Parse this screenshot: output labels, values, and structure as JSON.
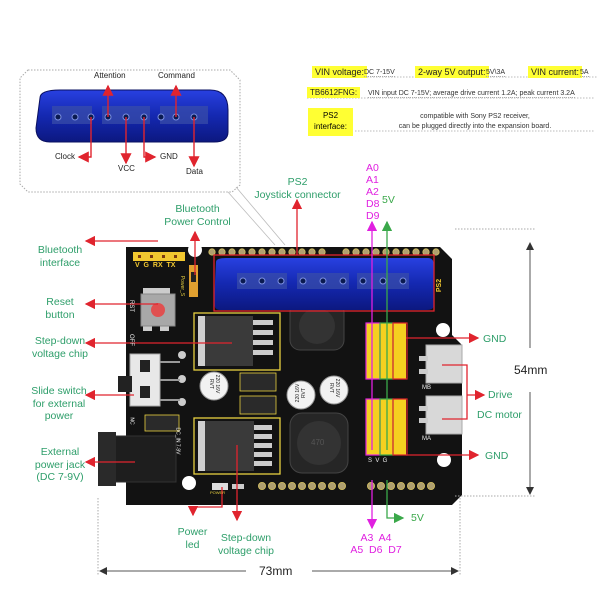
{
  "specs": {
    "vin_voltage_label": "VIN voltage:",
    "vin_voltage_value": "DC 7-15V",
    "output_5v_label": "2-way 5V output:",
    "output_5v_value": "5V\\3A",
    "vin_current_label": "VIN current:",
    "vin_current_value": "5A",
    "driver_label": "TB6612FNG:",
    "driver_value": "VIN input DC 7-15V; average drive current 1.2A; peak current 3.2A",
    "ps2_label_line1": "PS2",
    "ps2_label_line2": "interface:",
    "ps2_value_line1": "compatible with Sony PS2 receiver,",
    "ps2_value_line2": "can be plugged directly into the expansion board."
  },
  "ps2_connector_pins": {
    "attention": "Attention",
    "command": "Command",
    "clock": "Clock",
    "vcc": "VCC",
    "gnd": "GND",
    "data": "Data"
  },
  "callouts": {
    "ps2_joystick_line1": "PS2",
    "ps2_joystick_line2": "Joystick connector",
    "bt_power_line1": "Bluetooth",
    "bt_power_line2": "Power Control",
    "bt_interface_line1": "Bluetooth",
    "bt_interface_line2": "interface",
    "reset_line1": "Reset",
    "reset_line2": "button",
    "stepdown_top_line1": "Step-down",
    "stepdown_top_line2": "voltage chip",
    "slide_line1": "Slide switch",
    "slide_line2": "for external",
    "slide_line3": "power",
    "jack_line1": "External",
    "jack_line2": "power jack",
    "jack_line3": "(DC 7-9V)",
    "power_led_line1": "Power",
    "power_led_line2": "led",
    "stepdown_bottom_line1": "Step-down",
    "stepdown_bottom_line2": "voltage chip",
    "gnd_top": "GND",
    "gnd_bottom": "GND",
    "drive": "Drive",
    "dc_motor": "DC motor",
    "five_v_top": "5V",
    "five_v_bottom": "5V"
  },
  "pins_top": [
    "A0",
    "A1",
    "A2",
    "D8",
    "D9"
  ],
  "pins_bottom_line1": "A3  A4",
  "pins_bottom_line2": "A5  D6  D7",
  "board_silk": {
    "header": "V  G  RX  TX",
    "power_s": "Power_S",
    "rst": "RST",
    "off": "OFF",
    "nc": "NC",
    "dc_in": "DC_IN 7-9V",
    "ps2": "PS2",
    "mb": "MB",
    "ma": "MA",
    "svg": "S  V  G",
    "power": "POWER",
    "cap1": "220 16V RVT",
    "cap2": "220 16V RVT",
    "cap3": "220 16V RVT",
    "inductor": "470"
  },
  "dimensions": {
    "width": "73mm",
    "height": "54mm"
  },
  "colors": {
    "label_green": "#2e9e6a",
    "arrow_red": "#e0242e",
    "pin_magenta": "#e020e0",
    "five_v_green": "#3aa84a",
    "spec_highlight": "#ffff33",
    "board_black": "#111111",
    "ps2_blue": "#1a2fc0"
  }
}
